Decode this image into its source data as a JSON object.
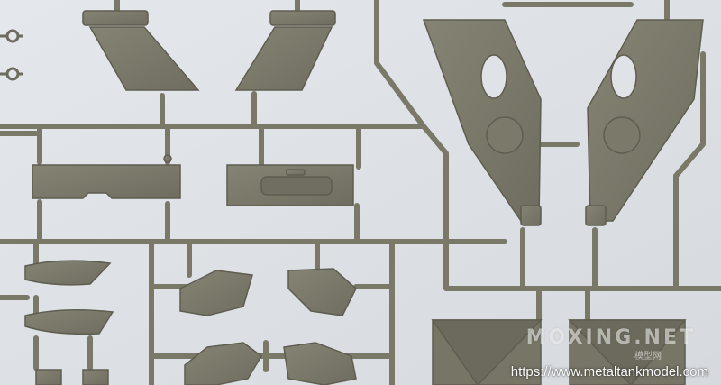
{
  "photo": {
    "subject": "plastic-model-sprue",
    "colors": {
      "background": "#dfe3e7",
      "plastic": "#7d7c6c",
      "plastic_dark": "#5e5d50",
      "plastic_light": "#9a9888"
    }
  },
  "watermark": {
    "brand": "MOXING.NET",
    "brand_sub": "模型网",
    "url": "https://www.metaltankmodel.com"
  }
}
